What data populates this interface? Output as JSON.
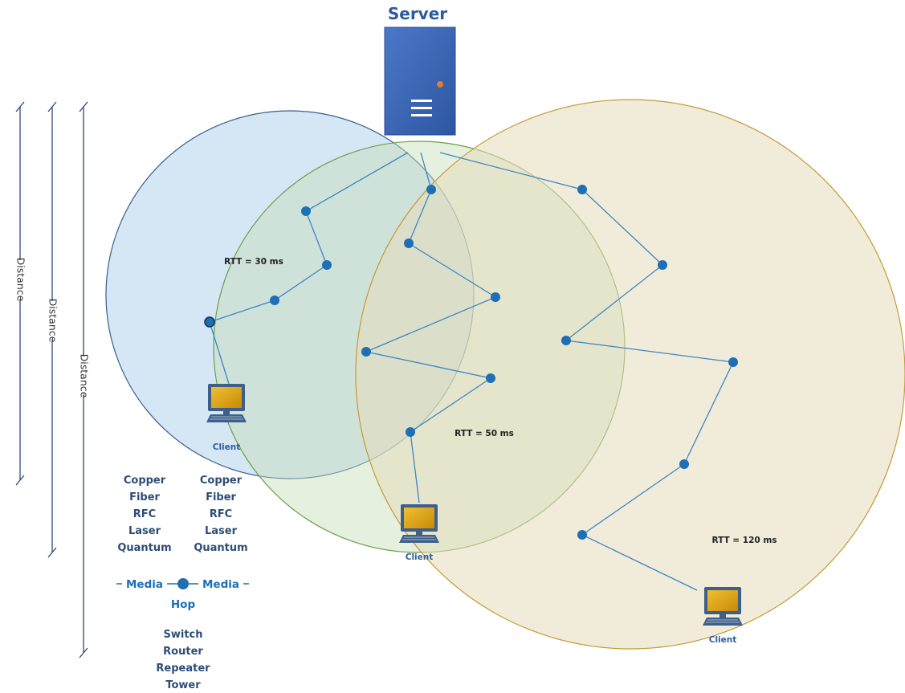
{
  "server": {
    "label": "Server"
  },
  "clients": [
    {
      "label": "Client"
    },
    {
      "label": "Client"
    },
    {
      "label": "Client"
    }
  ],
  "zones": [
    {
      "rtt_label": "RTT = 30 ms",
      "fill": "#bcd6ee",
      "stroke": "#3a5e8f"
    },
    {
      "rtt_label": "RTT = 50 ms",
      "fill": "#c6deb8",
      "stroke": "#6e9e4c"
    },
    {
      "rtt_label": "RTT = 120 ms",
      "fill": "#e6dcbc",
      "stroke": "#c49a35"
    }
  ],
  "distance_axes": [
    {
      "label": "Distance"
    },
    {
      "label": "Distance"
    },
    {
      "label": "Distance"
    }
  ],
  "media_columns": [
    {
      "items": [
        "Copper",
        "Fiber",
        "RFC",
        "Laser",
        "Quantum"
      ]
    },
    {
      "items": [
        "Copper",
        "Fiber",
        "RFC",
        "Laser",
        "Quantum"
      ]
    }
  ],
  "legend": {
    "media_left": "Media",
    "media_right": "Media",
    "hop_label": "Hop",
    "accent_color": "#1f6fb4"
  },
  "hop_devices": [
    "Switch",
    "Router",
    "Repeater",
    "Tower"
  ],
  "colors": {
    "server_body": "#3a64b4",
    "server_led": "#e87a2a",
    "hop_node": "#1f6fb4",
    "link_line": "#3b86c4",
    "axis_line": "#1f3e6e",
    "monitor_screen": "#d6a20f"
  }
}
